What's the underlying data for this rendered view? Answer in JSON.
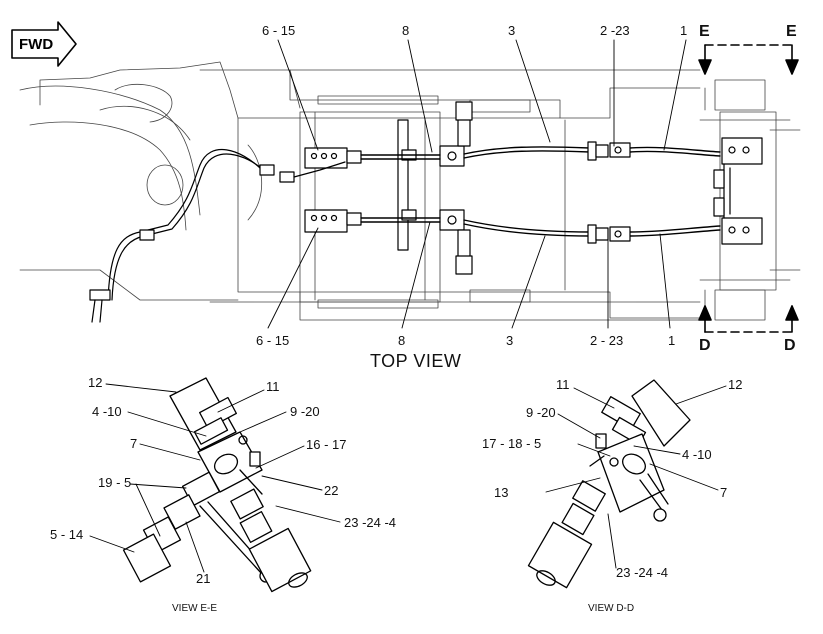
{
  "direction_marker": "FWD",
  "views": {
    "top_view_title": "TOP VIEW",
    "view_e_title": "VIEW E-E",
    "view_d_title": "VIEW D-D"
  },
  "section_markers": {
    "e_left": "E",
    "e_right": "E",
    "d_left": "D",
    "d_right": "D"
  },
  "callouts": {
    "top_6_15_upper": "6 - 15",
    "top_8_upper": "8",
    "top_3_upper": "3",
    "top_2_23_upper": "2 -23",
    "top_1_upper": "1",
    "top_6_15_lower": "6 - 15",
    "top_8_lower": "8",
    "top_3_lower": "3",
    "top_2_23_lower": "2 - 23",
    "top_1_lower": "1",
    "e_12": "12",
    "e_11": "11",
    "e_4_10": "4 -10",
    "e_9_20": "9 -20",
    "e_7": "7",
    "e_16_17": "16 - 17",
    "e_19_5": "19 - 5",
    "e_22": "22",
    "e_23_24_4": "23 -24 -4",
    "e_5_14": "5 - 14",
    "e_21": "21",
    "d_11": "11",
    "d_12": "12",
    "d_9_20": "9 -20",
    "d_17_18_5": "17 - 18 - 5",
    "d_4_10": "4 -10",
    "d_13": "13",
    "d_7": "7",
    "d_23_24_4": "23 -24 -4"
  }
}
